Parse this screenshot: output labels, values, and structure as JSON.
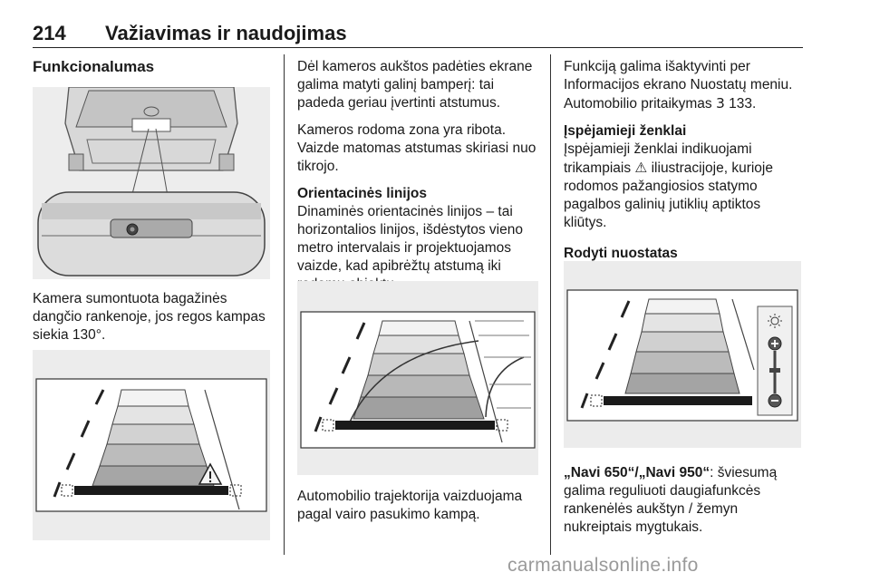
{
  "header": {
    "page_number": "214",
    "title": "Važiavimas ir naudojimas"
  },
  "col1": {
    "heading": "Funkcionalumas",
    "text": "Kamera sumontuota bagažinės dangčio rankenoje, jos regos kampas siekia 130°."
  },
  "col2": {
    "p1": "Dėl kameros aukštos padėties ekrane galima matyti galinį bamperį: tai padeda geriau įvertinti atstumus.",
    "p2": "Kameros rodoma zona yra ribota. Vaizde matomas atstumas skiriasi nuo tikrojo.",
    "heading": "Orientacinės linijos",
    "p3": "Dinaminės orientacinės linijos – tai horizontalios linijos, išdėstytos vieno metro intervalais ir projektuojamos vaizde, kad apibrėžtų atstumą iki rodomų objektų.",
    "caption": "Automobilio trajektorija vaizduojama pagal vairo pasukimo kampą."
  },
  "col3": {
    "p1_text": "Funkciją galima išaktyvinti per Informacijos ekrano Nuostatų meniu. Automobilio pritaikymas",
    "p1_arrow": "3",
    "p1_ref": " 133.",
    "heading1": "Įspėjamieji ženklai",
    "p2_before": "Įspėjamieji ženklai indikuojami trikampiais",
    "p2_icon": "⚠",
    "p2_after": "iliustracijoje, kurioje rodomos pažangiosios statymo pagalbos galinių jutiklių aptiktos kliūtys.",
    "heading2": "Rodyti nuostatas",
    "p3_bold": "„Navi 650“/„Navi 950“",
    "p3_text": ": šviesumą galima reguliuoti daugiafunkcės rankenėlės aukštyn / žemyn nukreiptais mygtukais."
  },
  "footer": {
    "watermark": "carmanualsonline.info"
  }
}
